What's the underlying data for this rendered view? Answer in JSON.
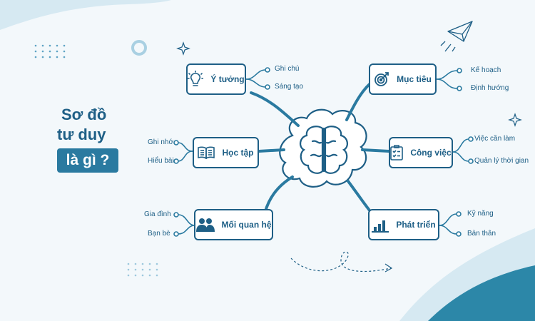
{
  "title": {
    "line1": "Sơ đồ",
    "line2": "tư duy",
    "line3": "là gì ?"
  },
  "colors": {
    "primary": "#1e5f86",
    "accent": "#2a7aa0",
    "background": "#f3f8fb",
    "wave": "#2c87a8",
    "wave_light": "#d6e9f2"
  },
  "center": {
    "icon": "brain-icon"
  },
  "branches": [
    {
      "label": "Ý tưởng",
      "icon": "lightbulb-icon",
      "leaves": [
        "Ghi chú",
        "Sáng tạo"
      ]
    },
    {
      "label": "Mục tiêu",
      "icon": "target-icon",
      "leaves": [
        "Kế hoạch",
        "Định hướng"
      ]
    },
    {
      "label": "Học tập",
      "icon": "book-icon",
      "leaves": [
        "Ghi nhớ",
        "Hiểu bài"
      ]
    },
    {
      "label": "Công việc",
      "icon": "checklist-icon",
      "leaves": [
        "Việc cần làm",
        "Quản lý thời gian"
      ]
    },
    {
      "label": "Mối quan hệ",
      "icon": "people-icon",
      "leaves": [
        "Gia đình",
        "Bạn bè"
      ]
    },
    {
      "label": "Phát triển",
      "icon": "growth-chart-icon",
      "leaves": [
        "Kỹ năng",
        "Bản thân"
      ]
    }
  ]
}
